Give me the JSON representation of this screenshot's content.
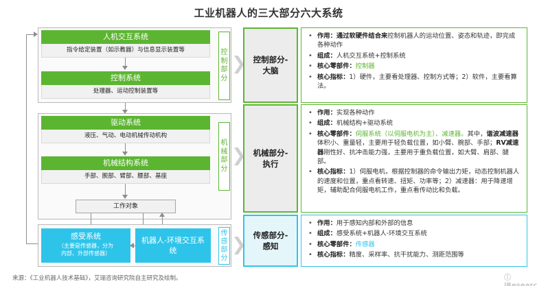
{
  "title": "工业机器人的三大部分六大系统",
  "left": {
    "hmi": {
      "head": "人机交互系统",
      "body": "指令给定装置（如示教器）与信息显示装置等"
    },
    "control": {
      "head": "控制系统",
      "body": "处理器、运动控制装置等"
    },
    "drive": {
      "head": "驱动系统",
      "body": "液压、气动、电动机械传动机构"
    },
    "mech": {
      "head": "机械结构系统",
      "body": "手部、腕部、臂部、腰部、基座"
    },
    "work": "工作对象",
    "sensor": {
      "big": "感受系统",
      "small1": "（主要是传感器，分为",
      "small2": "内部、外部传感器）"
    },
    "env": {
      "line1": "机器人-环境交互系",
      "line2": "统"
    }
  },
  "vlabels": {
    "control": [
      "控",
      "制",
      "部",
      "分"
    ],
    "mech": [
      "机",
      "械",
      "部",
      "分"
    ],
    "sense": [
      "传",
      "感",
      "部",
      "分"
    ]
  },
  "chevron": "❯❯",
  "categories": {
    "brain": [
      "控制部分-",
      "大脑"
    ],
    "exec": [
      "机械部分-",
      "执行"
    ],
    "sense": [
      "传感部分-",
      "感知"
    ]
  },
  "desc": {
    "brain": {
      "role_label": "作用：",
      "role_bold": "通过软硬件结合来",
      "role_text": "控制机器人的运动位置、姿态和轨迹，即完成各种动作",
      "comp_label": "组成：",
      "comp_text": "人机交互系统+控制系统",
      "core_label": "核心零部件：",
      "core_text": "控制器",
      "metric_label": "核心指标：",
      "metric_text": "1）硬件，主要看处理器、控制方式等；2）软件，主要看算法。"
    },
    "exec": {
      "role_label": "作用：",
      "role_text": "实现各种动作",
      "comp_label": "组成：",
      "comp_text": "机械结构+驱动系统",
      "core_label": "核心零部件：",
      "core_text": "伺服系统（以伺服电机为主）、减速器。",
      "core_pre": "其中，",
      "core_bold1": "谐波减速器",
      "core_mid": "体积小、重量轻，主要用于轻负载位置，如小臂、腕部、手部；",
      "core_bold2": "RV减速器",
      "core_post": "刚性好、抗冲击能力强，主要用于重负载位置，如大臂、肩部、腿部。",
      "metric_label": "核心指标：",
      "metric_text": "1）伺服电机，根据控制器的命令输出力矩，动态控制机器人的速度和位置，重点看转速、扭矩、功率等；2）减速器：用于降速增矩，辅助配合伺服电机工作，重点看传动比和负载。"
    },
    "sense": {
      "role_label": "作用：",
      "role_text": "用于感知内部和外部的信息",
      "comp_label": "组成：",
      "comp_text": "感受系统+机器人-环境交互系统",
      "core_label": "核心零部件：",
      "core_text": "传感器",
      "metric_label": "核心指标：",
      "metric_text": "精度、采样率、抗干扰能力、测距范围等"
    }
  },
  "source": "来源：《工业机器人技术基础》，艾瑞咨询研究院自主研究及绘制。",
  "logo": "ⓘ iResearch",
  "colors": {
    "green": "#5cb531",
    "blue": "#2ec4ea"
  }
}
